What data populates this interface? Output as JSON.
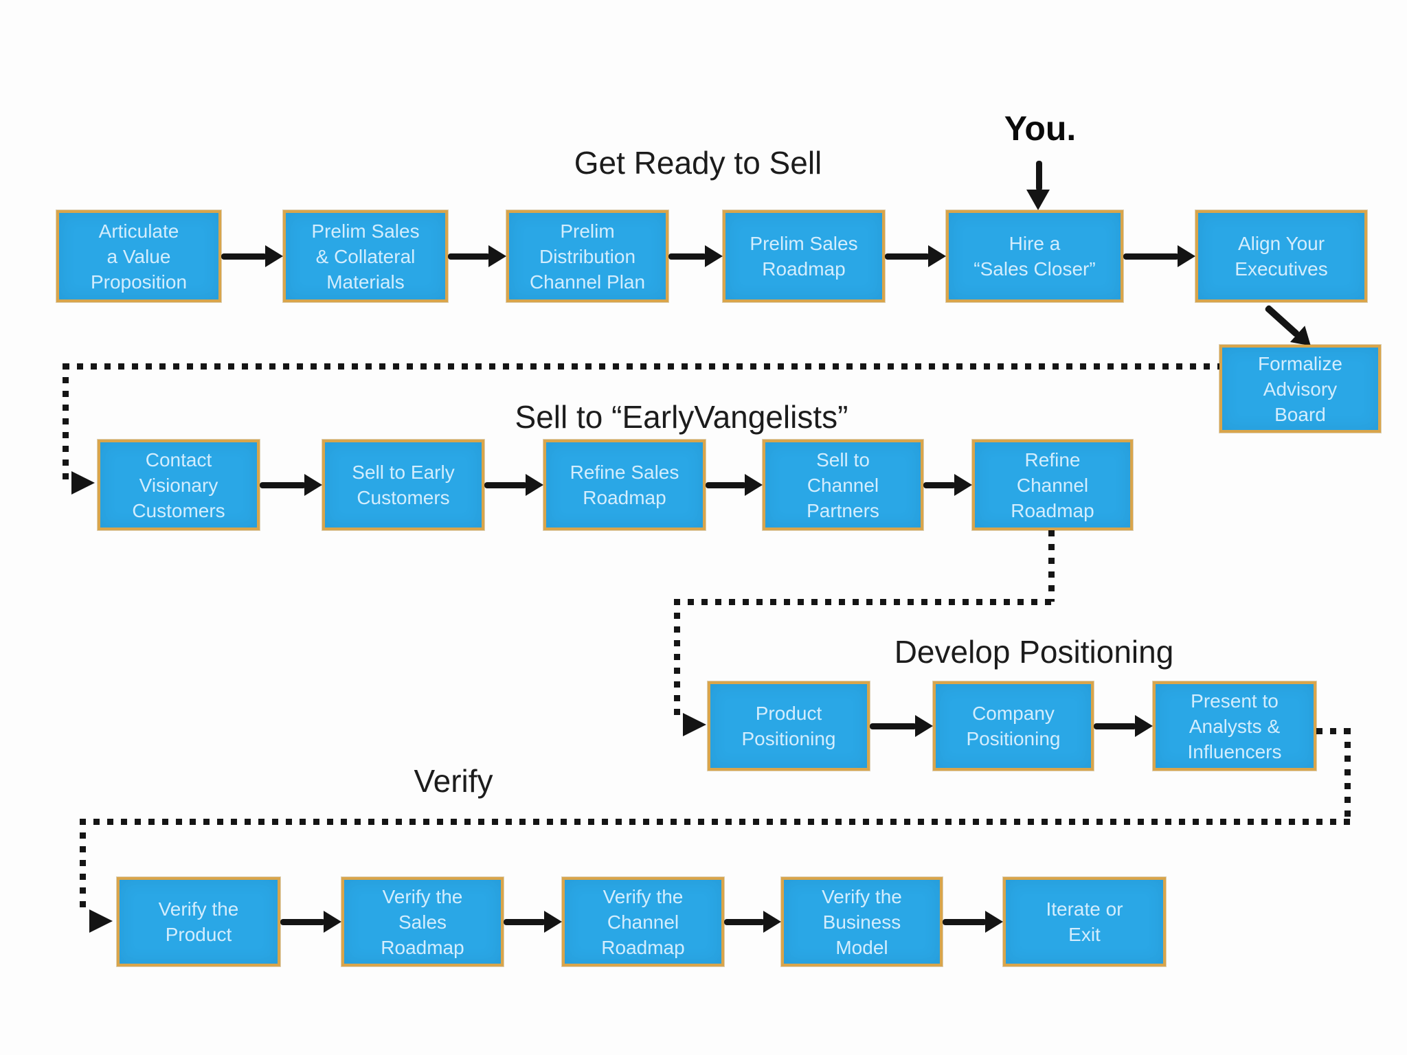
{
  "colors": {
    "box_fill": "#2aa7e6",
    "box_border": "#d9a54b",
    "box_text": "#d3edfd",
    "arrow": "#141414",
    "title_text": "#1c1c1c",
    "background": "#fdfdfd"
  },
  "annotation": {
    "you_label": "You."
  },
  "sections": [
    {
      "id": "get_ready_to_sell",
      "title": "Get Ready to Sell",
      "boxes": [
        {
          "id": "articulate_value_proposition",
          "label": "Articulate\na Value\nProposition"
        },
        {
          "id": "prelim_sales_collateral_materials",
          "label": "Prelim Sales\n& Collateral\nMaterials"
        },
        {
          "id": "prelim_distribution_channel_plan",
          "label": "Prelim\nDistribution\nChannel Plan"
        },
        {
          "id": "prelim_sales_roadmap",
          "label": "Prelim Sales\nRoadmap"
        },
        {
          "id": "hire_a_sales_closer",
          "label": "Hire a\n“Sales Closer”"
        },
        {
          "id": "align_your_executives",
          "label": "Align Your\nExecutives"
        },
        {
          "id": "formalize_advisory_board",
          "label": "Formalize\nAdvisory\nBoard"
        }
      ]
    },
    {
      "id": "sell_to_earlyvangelists",
      "title": "Sell to “EarlyVangelists”",
      "boxes": [
        {
          "id": "contact_visionary_customers",
          "label": "Contact\nVisionary\nCustomers"
        },
        {
          "id": "sell_to_early_customers",
          "label": "Sell to Early\nCustomers"
        },
        {
          "id": "refine_sales_roadmap",
          "label": "Refine Sales\nRoadmap"
        },
        {
          "id": "sell_to_channel_partners",
          "label": "Sell to\nChannel\nPartners"
        },
        {
          "id": "refine_channel_roadmap",
          "label": "Refine\nChannel\nRoadmap"
        }
      ]
    },
    {
      "id": "develop_positioning",
      "title": "Develop Positioning",
      "boxes": [
        {
          "id": "product_positioning",
          "label": "Product\nPositioning"
        },
        {
          "id": "company_positioning",
          "label": "Company\nPositioning"
        },
        {
          "id": "present_to_analysts_influencers",
          "label": "Present to\nAnalysts &\nInfluencers"
        }
      ]
    },
    {
      "id": "verify",
      "title": "Verify",
      "boxes": [
        {
          "id": "verify_the_product",
          "label": "Verify the\nProduct"
        },
        {
          "id": "verify_the_sales_roadmap",
          "label": "Verify the\nSales\nRoadmap"
        },
        {
          "id": "verify_the_channel_roadmap",
          "label": "Verify the\nChannel\nRoadmap"
        },
        {
          "id": "verify_the_business_model",
          "label": "Verify the\nBusiness\nModel"
        },
        {
          "id": "iterate_or_exit",
          "label": "Iterate or\nExit"
        }
      ]
    }
  ]
}
